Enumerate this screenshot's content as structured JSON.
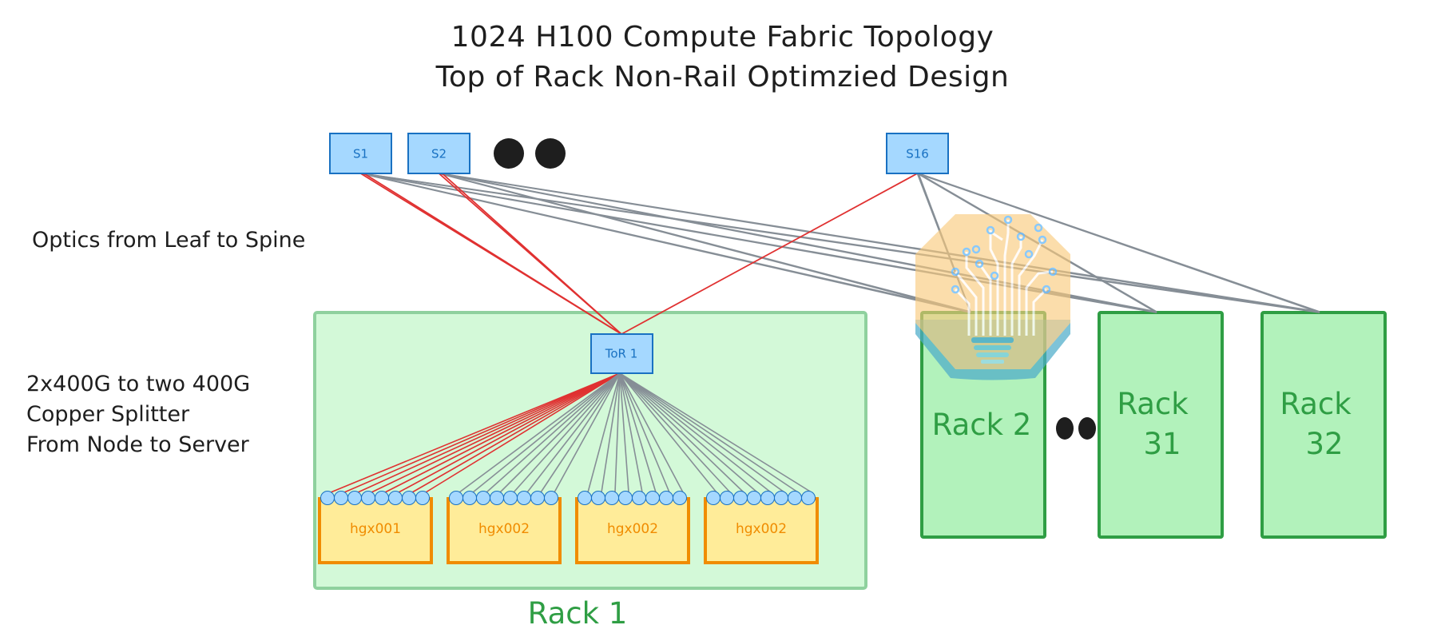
{
  "title": {
    "line1": "1024 H100 Compute Fabric Topology",
    "line2": "Top of Rack Non-Rail Optimzied Design"
  },
  "annotations": {
    "optics": "Optics from Leaf to Spine",
    "copper_line1": "2x400G to two 400G",
    "copper_line2": "Copper Splitter",
    "copper_line3": "From Node to Server"
  },
  "colors": {
    "switch_fill": "#a5d8ff",
    "switch_stroke": "#1971c2",
    "server_fill": "#ffec99",
    "server_stroke": "#f08c00",
    "rack1_fill": "#d3f9d8",
    "rack1_stroke": "#8fd19e",
    "rack_fill": "#b2f2bb",
    "rack_stroke": "#2f9e44",
    "optic_link": "#e03131",
    "copper_link": "#868e96",
    "port_fill": "#a5d8ff",
    "ellipsis_dot": "#1e1e1e"
  },
  "spine_switches": [
    {
      "id": "s1",
      "label": "S1"
    },
    {
      "id": "s2",
      "label": "S2"
    },
    {
      "id": "s16",
      "label": "S16"
    }
  ],
  "spine_ellipsis": "more spines (S3–S15)",
  "tor": {
    "label": "ToR 1"
  },
  "servers": [
    {
      "label": "hgx001",
      "ports": 8,
      "uplink_color": "optic_link"
    },
    {
      "label": "hgx002",
      "ports": 8,
      "uplink_color": "copper_link"
    },
    {
      "label": "hgx002",
      "ports": 8,
      "uplink_color": "copper_link"
    },
    {
      "label": "hgx002",
      "ports": 8,
      "uplink_color": "copper_link"
    }
  ],
  "racks": [
    {
      "id": "rack1",
      "label": "Rack 1"
    },
    {
      "id": "rack2",
      "label_lines": [
        "Rack 2"
      ]
    },
    {
      "id": "rack31",
      "label_lines": [
        "Rack",
        "31"
      ]
    },
    {
      "id": "rack32",
      "label_lines": [
        "Rack",
        "32"
      ]
    }
  ],
  "rack_ellipsis": "more racks (Rack 3–30)",
  "links": {
    "spine_to_tor1": [
      "s1",
      "s1",
      "s2",
      "s2",
      "s16"
    ],
    "spine_to_racks": [
      {
        "from": "s1",
        "to": [
          "rack2",
          "rack31",
          "rack32"
        ]
      },
      {
        "from": "s2",
        "to": [
          "rack2",
          "rack31",
          "rack32"
        ]
      },
      {
        "from": "s16",
        "to": [
          "rack2",
          "rack31",
          "rack32"
        ]
      }
    ]
  },
  "watermark_icon": "circuit-lightbulb-icon"
}
